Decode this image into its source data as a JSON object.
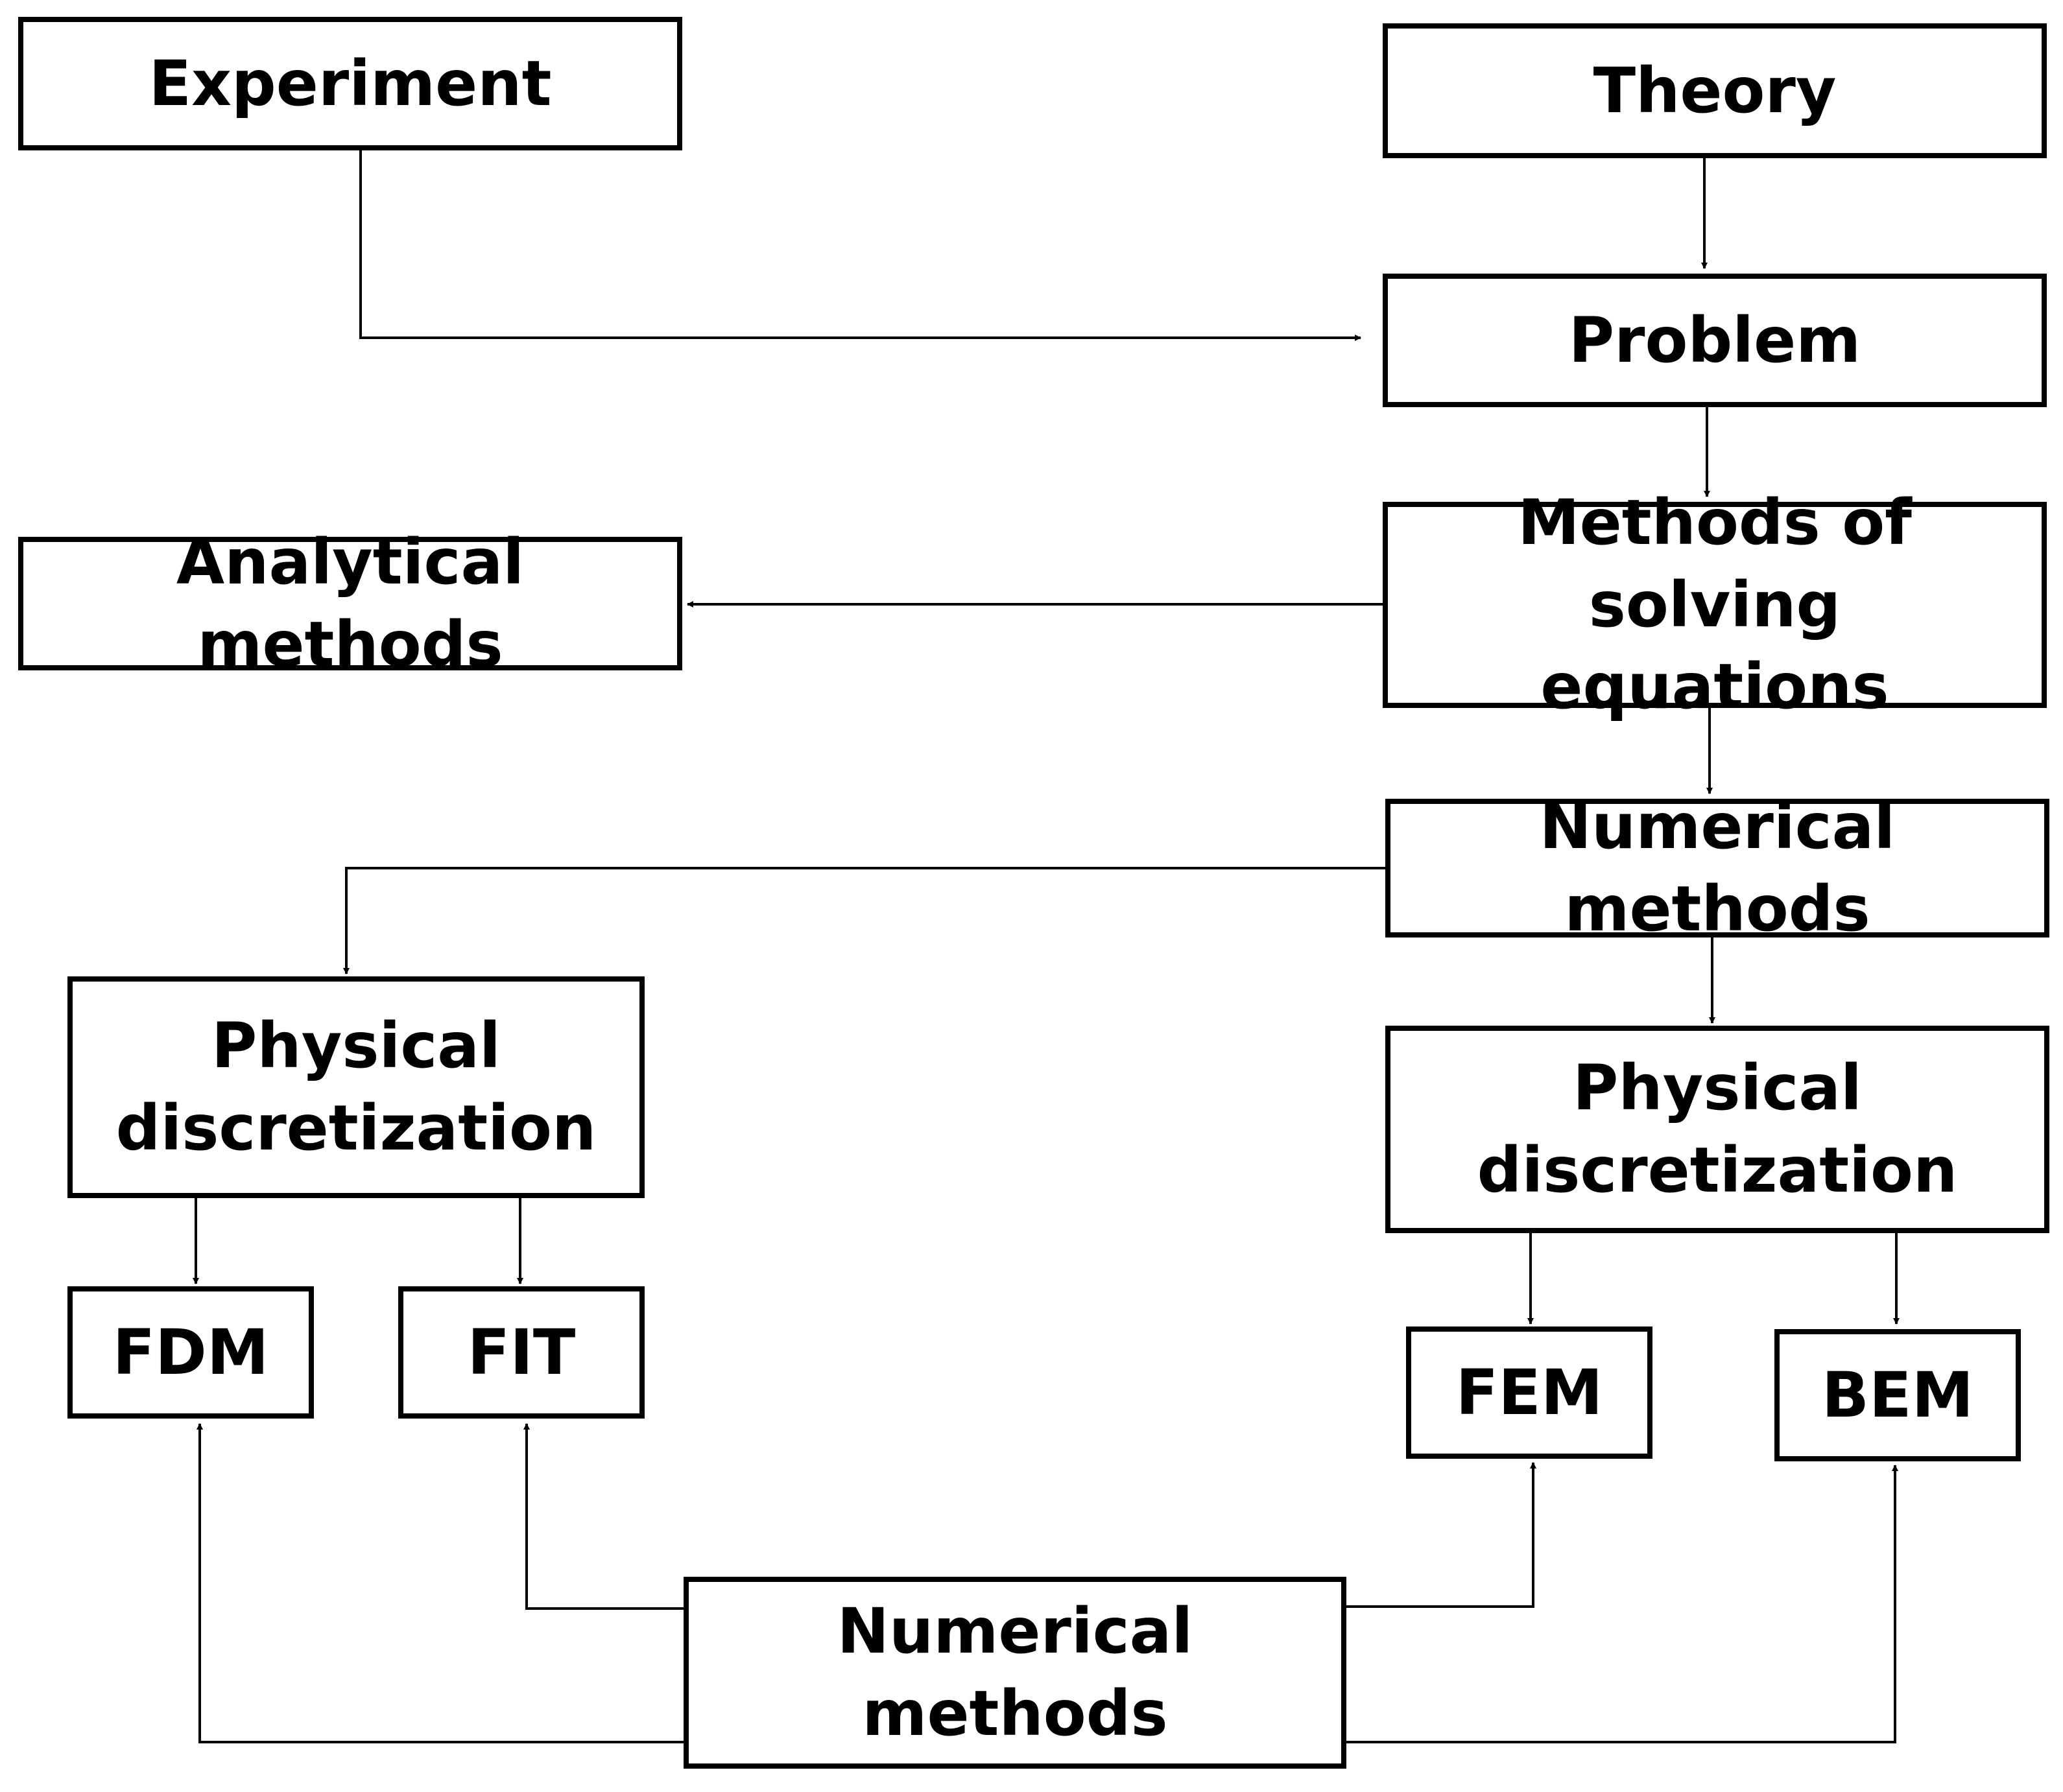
{
  "diagram": {
    "nodes": {
      "experiment": "Experiment",
      "theory": "Theory",
      "problem": "Problem",
      "methods_of_solving": "Methods of solving\nequations",
      "analytical_methods": "Analytical methods",
      "numerical_methods_top": "Numerical methods",
      "physical_discretization_left": "Physical\ndiscretization",
      "physical_discretization_right": "Physical\ndiscretization",
      "fdm": "FDM",
      "fit": "FIT",
      "fem": "FEM",
      "bem": "BEM",
      "numerical_methods_bottom": "Numerical methods"
    }
  }
}
